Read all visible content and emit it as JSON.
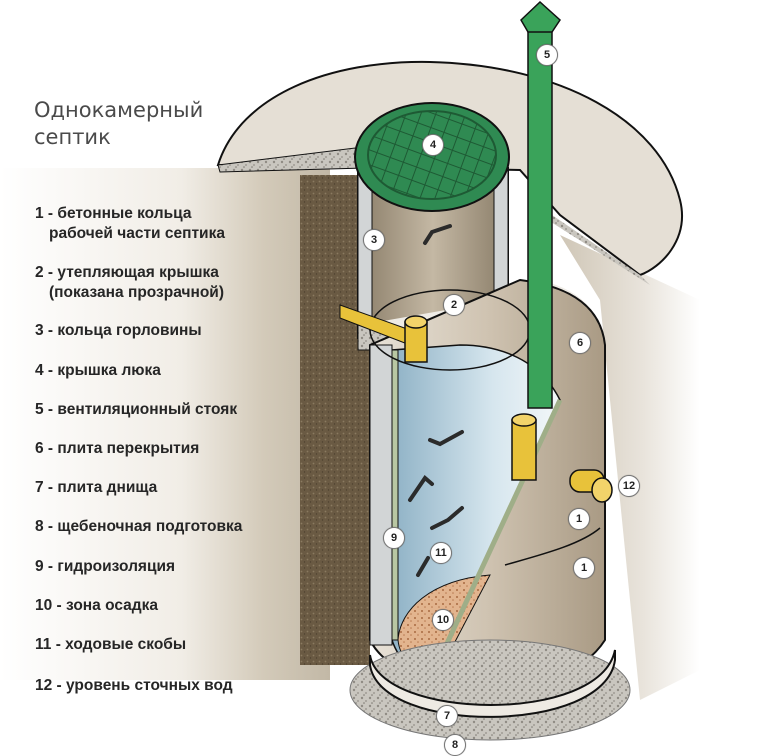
{
  "title": {
    "line1": "Однокамерный",
    "line2": "септик"
  },
  "legend": [
    {
      "number": "1",
      "text": "1 - бетонные кольца",
      "continuation": "рабочей части септика"
    },
    {
      "number": "2",
      "text": "2 - утепляющая крышка",
      "continuation": "(показана прозрачной)"
    },
    {
      "number": "3",
      "text": "3 - кольца горловины"
    },
    {
      "number": "4",
      "text": "4 - крышка люка"
    },
    {
      "number": "5",
      "text": "5 - вентиляционный стояк"
    },
    {
      "number": "6",
      "text": "6 - плита перекрытия"
    },
    {
      "number": "7",
      "text": "7 - плита днища"
    },
    {
      "number": "8",
      "text": "8 - щебеночная подготовка"
    },
    {
      "number": "9",
      "text": "9 - гидроизоляция"
    },
    {
      "number": "10",
      "text": "10 - зона осадка"
    },
    {
      "number": "11",
      "text": "11 - ходовые скобы"
    },
    {
      "number": "12",
      "text": "12 - уровень сточных вод"
    }
  ],
  "markers": {
    "ring_upper": "1",
    "ring_lower": "1",
    "insulating_cover": "2",
    "neck_ring": "3",
    "hatch_cover": "4",
    "vent_pipe": "5",
    "cover_slab": "6",
    "bottom_slab": "7",
    "gravel_base": "8",
    "waterproofing": "9",
    "sediment_zone": "10",
    "step_irons": "11",
    "wastewater_level": "12"
  },
  "colors": {
    "vent_green": "#3aa35a",
    "hatch_green": "#2e8b50",
    "soil_brown": "#6b5a42",
    "concrete": "#d9d2c6",
    "water_blue": "#b9d3e0",
    "pipe_yellow": "#e8c23a",
    "sediment": "#d9a57a",
    "gravel": "#b8b5ae"
  }
}
